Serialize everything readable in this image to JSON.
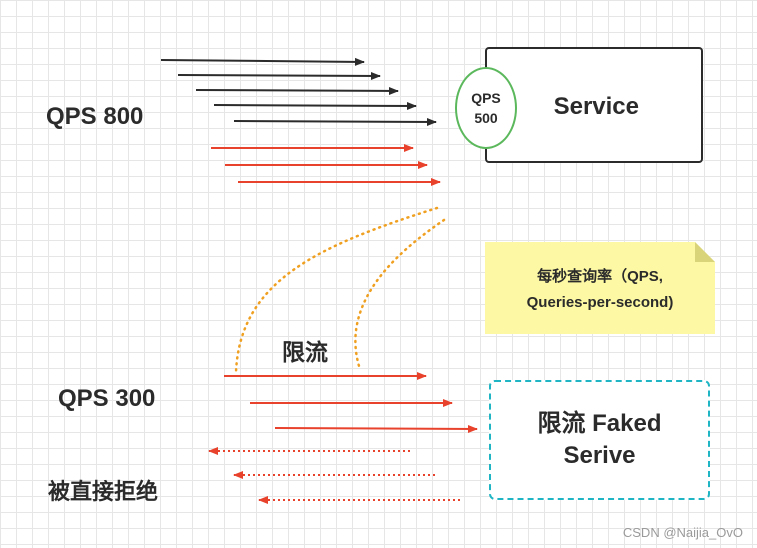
{
  "labels": {
    "qps_800": "QPS 800",
    "qps_300": "QPS 300",
    "rate_limit": "限流",
    "rejected": "被直接拒绝"
  },
  "service": {
    "name": "Service",
    "capacity_line1": "QPS",
    "capacity_line2": "500"
  },
  "note": {
    "line1": "每秒查询率（QPS,",
    "line2": "Queries-per-second)"
  },
  "faked_service": {
    "line1": "限流 Faked",
    "line2": "Serive"
  },
  "watermark": "CSDN @Naijia_OvO",
  "colors": {
    "dark_arrow": "#2b2b2b",
    "red_arrow": "#e8412c",
    "dotted_curve": "#f0a020",
    "circle_border": "#5cb85c",
    "faked_border": "#1fb5c4",
    "note_fill": "#fcf8a3"
  }
}
